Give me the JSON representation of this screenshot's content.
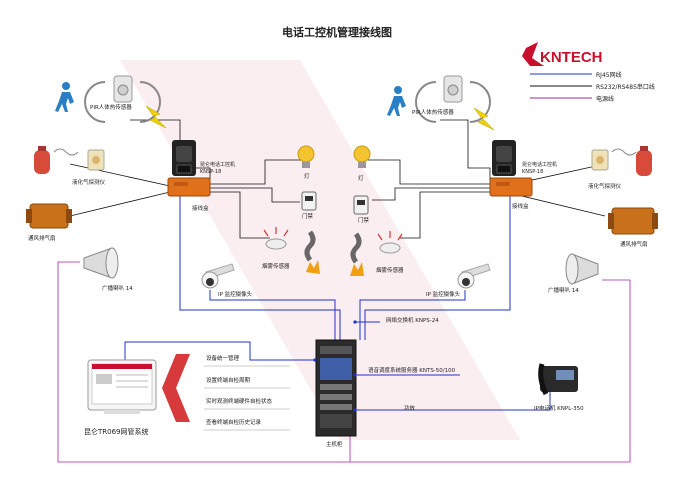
{
  "title": "电话工控机管理接线图",
  "brand": {
    "logo_text": "KNTECH",
    "color": "#c8102e"
  },
  "legend": [
    {
      "label": "RJ45网线",
      "color": "#2233cc"
    },
    {
      "label": "RS232/RS485串口线",
      "color": "#111111"
    },
    {
      "label": "电源线",
      "color": "#aa22aa"
    }
  ],
  "left": {
    "pir": "PIR人体热传感器",
    "phone": "昆仑电话工控机",
    "phone_model": "KNSP-18",
    "junction": "接线盒",
    "gas": "液化气探测仪",
    "vent": "通风排气扇",
    "lamp": "灯",
    "door": "门禁",
    "smoke": "烟雾传感器",
    "camera": "IP 监控摄像头",
    "horn": "广播喇叭 14"
  },
  "right": {
    "pir": "PIR人体热传感器",
    "phone": "昆仑电话工控机",
    "phone_model": "KNSP-18",
    "junction": "接线盒",
    "gas": "液化气探测仪",
    "vent": "通风排气扇",
    "lamp": "灯",
    "door": "门禁",
    "smoke": "烟雾传感器",
    "camera": "IP 监控摄像头",
    "horn": "广播喇叭 14"
  },
  "center": {
    "switch": "网络交换机 KNPS-24",
    "server": "语音调度系统服务器 KNTS-50/100",
    "power": "功放",
    "host": "主机柜",
    "ip_phone": "IP电话机 KNPL-350"
  },
  "nms": {
    "name": "昆仑TR069网管系统",
    "functions": [
      "设备统一管理",
      "设置终端自检周期",
      "实时观测终端硬件自检状态",
      "查看终端自检历史记录"
    ]
  }
}
